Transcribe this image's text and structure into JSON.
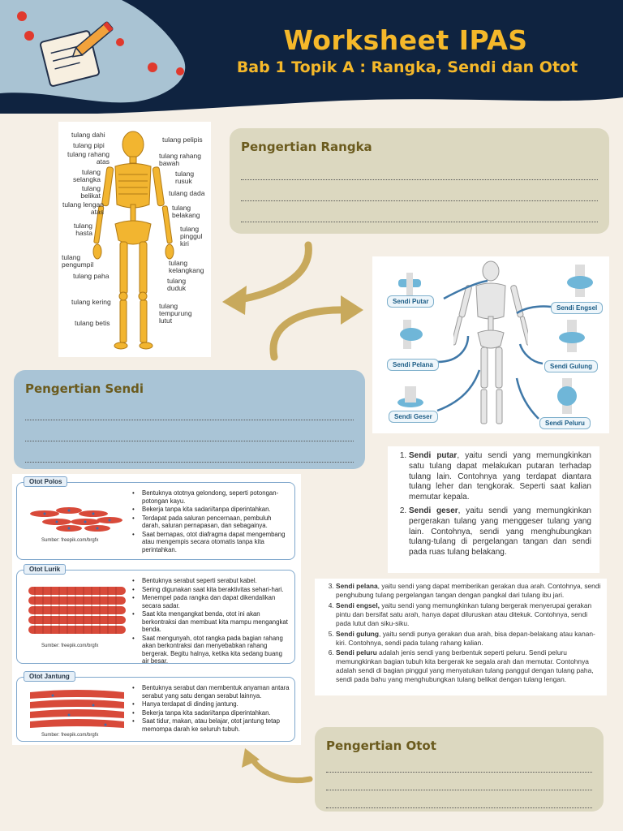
{
  "header": {
    "title": "Worksheet IPAS",
    "subtitle": "Bab 1 Topik A : Rangka, Sendi dan Otot"
  },
  "colors": {
    "navy": "#0f2340",
    "light_blue": "#a9c3d3",
    "gold": "#f5b82a",
    "beige_card": "#dcd8c0",
    "blue_card": "#a9c4d6",
    "arrow": "#c8a95c"
  },
  "skeleton": {
    "labels_left": [
      "tulang dahi",
      "tulang pipi",
      "tulang rahang atas",
      "tulang selangka",
      "tulang belikat",
      "tulang lengan atas",
      "tulang hasta",
      "tulang pengumpil",
      "tulang paha",
      "tulang kering",
      "tulang betis"
    ],
    "labels_right": [
      "tulang pelipis",
      "tulang rahang bawah",
      "tulang rusuk",
      "tulang dada",
      "tulang belakang",
      "tulang pinggul kiri",
      "tulang kelangkang",
      "tulang duduk",
      "tulang tempurung lutut"
    ]
  },
  "rangka_card": {
    "title": "Pengertian Rangka"
  },
  "sendi_card": {
    "title": "Pengertian Sendi"
  },
  "otot_card": {
    "title": "Pengertian Otot"
  },
  "joints": {
    "left": [
      "Sendi Putar",
      "Sendi Pelana",
      "Sendi Geser"
    ],
    "right": [
      "Sendi Engsel",
      "Sendi Gulung",
      "Sendi Peluru"
    ]
  },
  "sendi_list_1": [
    {
      "term": "Sendi putar",
      "text": ", yaitu sendi yang memungkinkan satu tulang dapat melakukan putaran terhadap tulang lain. Contohnya yang terdapat diantara tulang leher dan tengkorak. Seperti saat kalian memutar kepala."
    },
    {
      "term": "Sendi geser",
      "text": ", yaitu sendi yang memungkinkan pergerakan tulang yang menggeser tulang yang lain. Contohnya, sendi yang menghubungkan tulang-tulang di pergelangan tangan dan sendi pada ruas tulang belakang."
    }
  ],
  "sendi_list_2": [
    {
      "term": "Sendi pelana",
      "text": ", yaitu sendi yang dapat memberikan gerakan dua arah. Contohnya, sendi penghubung tulang pergelangan tangan dengan pangkal dari tulang ibu jari."
    },
    {
      "term": "Sendi engsel,",
      "text": " yaitu sendi yang memungkinkan tulang bergerak menyerupai gerakan pintu dan bersifat satu arah, hanya dapat diluruskan atau ditekuk. Contohnya, sendi pada lutut dan siku-siku."
    },
    {
      "term": "Sendi gulung",
      "text": ", yaitu sendi punya gerakan dua arah, bisa depan-belakang atau kanan-kiri. Contohnya, sendi pada tulang rahang kalian."
    },
    {
      "term": "Sendi peluru",
      "text": " adalah jenis sendi yang berbentuk seperti peluru. Sendi peluru memungkinkan bagian tubuh kita bergerak ke segala arah dan memutar. Contohnya adalah sendi di bagian pinggul yang menyatukan tulang panggul dengan tulang paha, sendi pada bahu yang menghubungkan tulang belikat dengan tulang lengan."
    }
  ],
  "muscles": [
    {
      "name": "Otot Polos",
      "source": "Sumber: freepik.com/brgfx",
      "points": [
        "Bentuknya ototnya gelondong, seperti potongan-potongan kayu.",
        "Bekerja tanpa kita sadari/tanpa diperintahkan.",
        "Terdapat pada saluran pencernaan, pembuluh darah, saluran pernapasan, dan sebagainya.",
        "Saat bernapas, otot diafragma dapat mengembang atau mengempis secara otomatis tanpa kita perintahkan."
      ]
    },
    {
      "name": "Otot Lurik",
      "source": "Sumber: freepik.com/brgfx",
      "points": [
        "Bentuknya serabut seperti serabut kabel.",
        "Sering digunakan saat kita beraktivitas sehari-hari.",
        "Menempel pada rangka dan dapat dikendalikan secara sadar.",
        "Saat kita mengangkat benda, otot ini akan berkontraksi dan membuat kita mampu mengangkat benda.",
        "Saat mengunyah, otot rangka pada bagian rahang akan berkontraksi dan menyebabkan rahang bergerak. Begitu halnya, ketika kita sedang buang air besar."
      ]
    },
    {
      "name": "Otot Jantung",
      "source": "Sumber: freepik.com/brgfx",
      "points": [
        "Bentuknya serabut dan membentuk anyaman antara serabut yang satu dengan serabut lainnya.",
        "Hanya terdapat di dinding jantung.",
        "Bekerja tanpa kita sadari/tanpa diperintahkan.",
        "Saat tidur, makan, atau belajar, otot jantung tetap memompa darah ke seluruh tubuh."
      ]
    }
  ]
}
